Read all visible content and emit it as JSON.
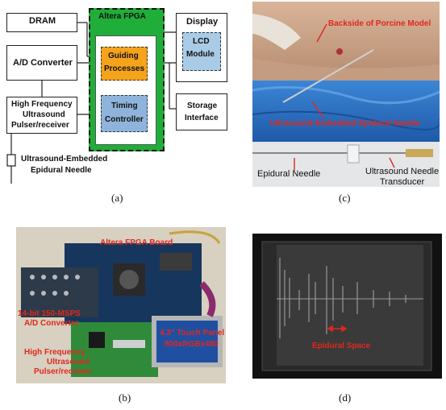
{
  "panel_a": {
    "caption": "(a)",
    "fpga_title": "Altera FPGA",
    "dram": "DRAM",
    "ad": "A/D Converter",
    "pulser": [
      "High Frequency",
      "Ultrasound",
      "Pulser/receiver"
    ],
    "needle": [
      "Ultrasound-Embedded",
      "Epidural Needle"
    ],
    "guiding": [
      "Guiding",
      "Processes"
    ],
    "timing": [
      "Timing",
      "Controller"
    ],
    "display": "Display",
    "lcd": [
      "LCD",
      "Module"
    ],
    "storage": [
      "Storage",
      "Interface"
    ],
    "colors": {
      "fpga_green": "#1fae3a",
      "guiding_orange": "#f4a31b",
      "timing_blue": "#8fb4dc",
      "lcd_blue": "#a9cbe6"
    }
  },
  "panel_b": {
    "caption": "(b)",
    "board": "Altera FPGA Board",
    "adc": [
      "14-bit 150-MSPS",
      "A/D Converter"
    ],
    "pulser": [
      "High Frequency",
      "Ultrasound",
      "Pulser/receiver"
    ],
    "touch": [
      "4.3\" Touch Panel",
      "800xRGBx480"
    ]
  },
  "panel_c": {
    "caption": "(c)",
    "porcine": "Backside of Porcine Model",
    "embedded": "Ultrasound-Embedded Epidural Needle",
    "epidural": "Epidural Needle",
    "transducer": [
      "Ultrasound Needle",
      "Transducer"
    ]
  },
  "panel_d": {
    "caption": "(d)",
    "space": "Epidural Space"
  }
}
